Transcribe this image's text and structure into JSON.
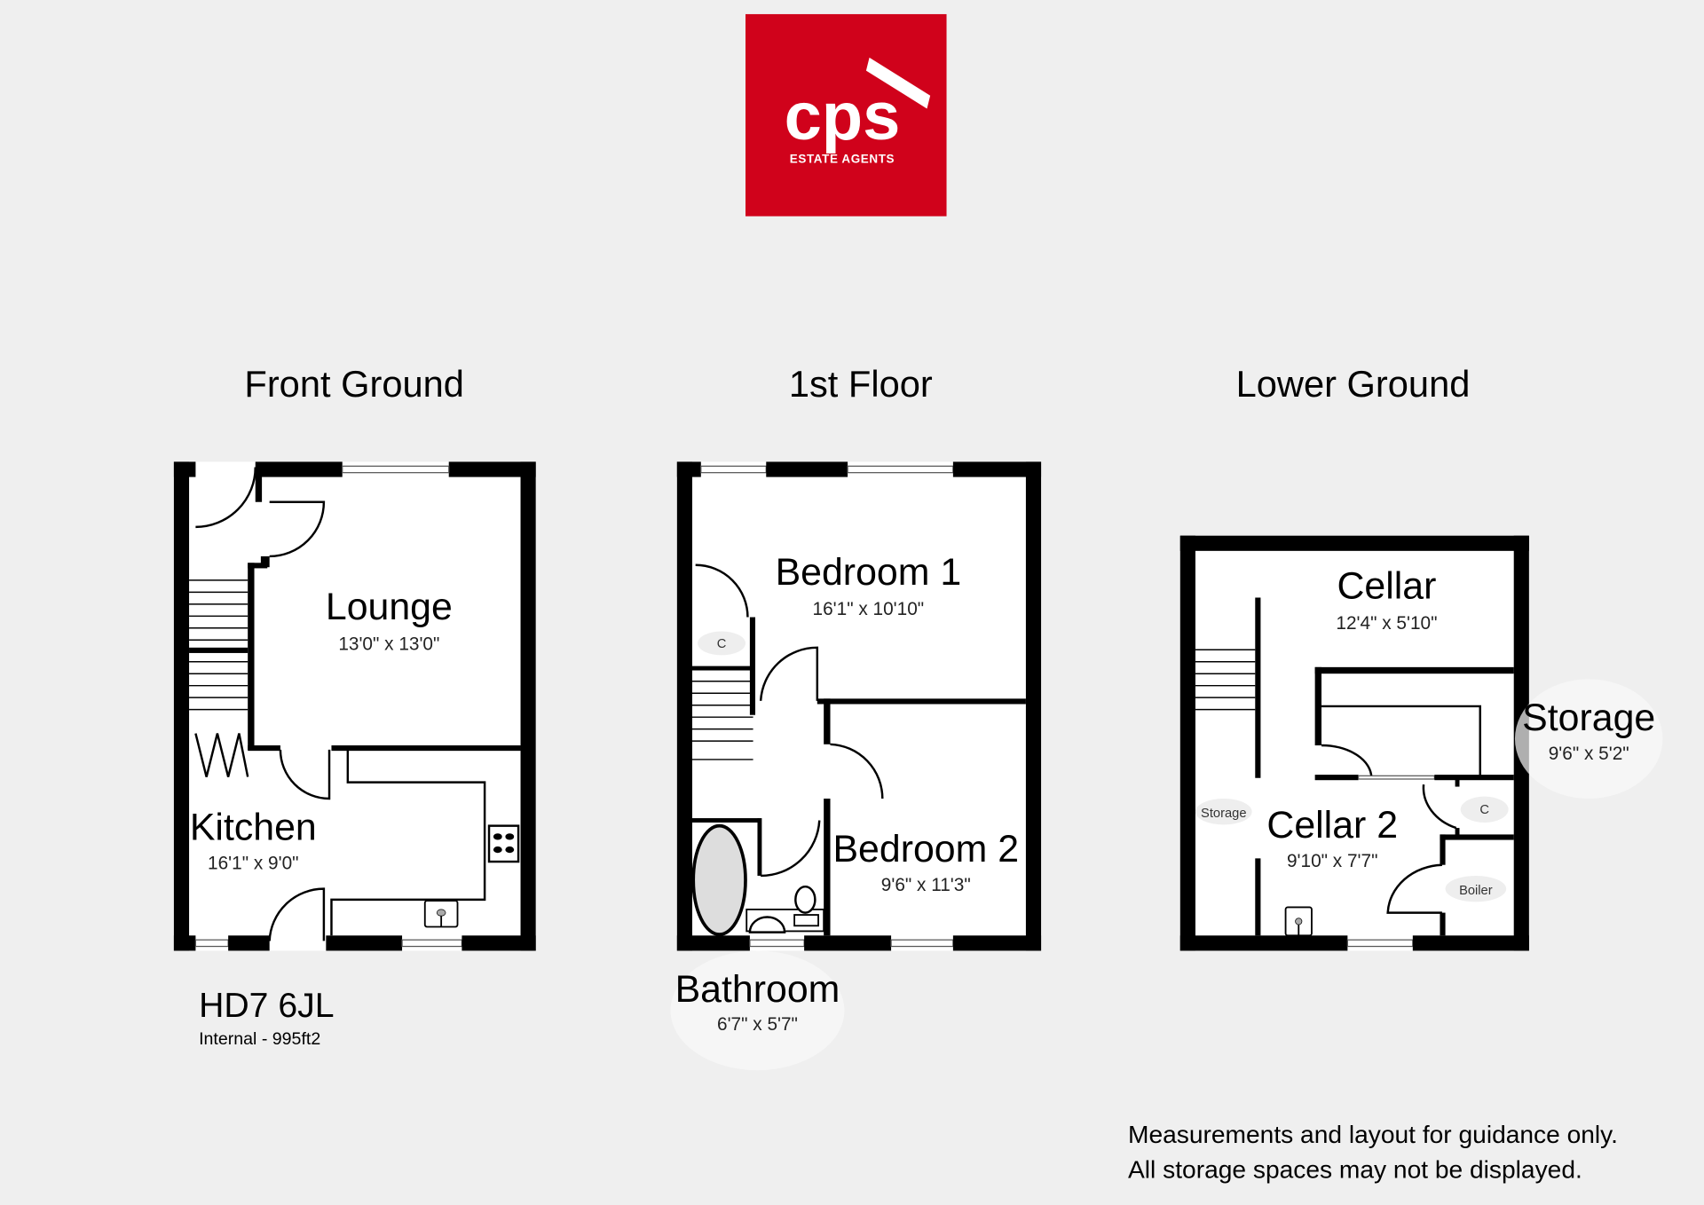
{
  "logo": {
    "brand": "cps",
    "tagline": "ESTATE AGENTS",
    "color": "#d0021b"
  },
  "floors": [
    {
      "title": "Front Ground",
      "rooms": [
        {
          "name": "Lounge",
          "dims": "13'0\" x 13'0\""
        },
        {
          "name": "Kitchen",
          "dims": "16'1\" x 9'0\""
        }
      ]
    },
    {
      "title": "1st Floor",
      "rooms": [
        {
          "name": "Bedroom 1",
          "dims": "16'1\" x 10'10\""
        },
        {
          "name": "Bedroom 2",
          "dims": "9'6\" x 11'3\""
        },
        {
          "name": "Bathroom",
          "dims": "6'7\" x 5'7\""
        }
      ],
      "labels": {
        "cupboard": "C"
      }
    },
    {
      "title": "Lower Ground",
      "rooms": [
        {
          "name": "Cellar",
          "dims": "12'4\" x 5'10\""
        },
        {
          "name": "Cellar 2",
          "dims": "9'10\" x 7'7\""
        },
        {
          "name": "Storage",
          "dims": "9'6\" x 5'2\""
        }
      ],
      "labels": {
        "storage": "Storage",
        "cupboard": "C",
        "boiler": "Boiler"
      }
    }
  ],
  "property": {
    "postcode": "HD7 6JL",
    "area": "Internal - 995ft2"
  },
  "disclaimer": [
    "Measurements and layout for guidance only.",
    "All storage spaces may not be displayed."
  ]
}
